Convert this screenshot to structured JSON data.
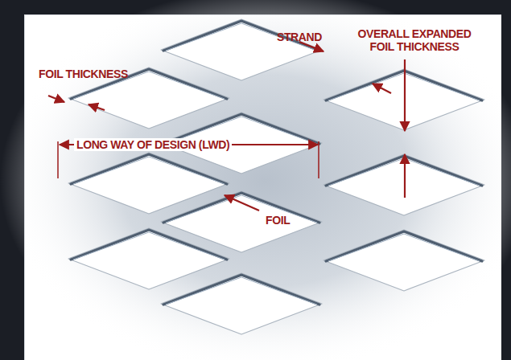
{
  "diagram": {
    "labels": [
      "OVERALL EXPANDED FOIL THICKNESS",
      "STRAND",
      "FOIL THICKNESS",
      "LONG WAY OF DESIGN (LWD)",
      "FOIL"
    ]
  }
}
